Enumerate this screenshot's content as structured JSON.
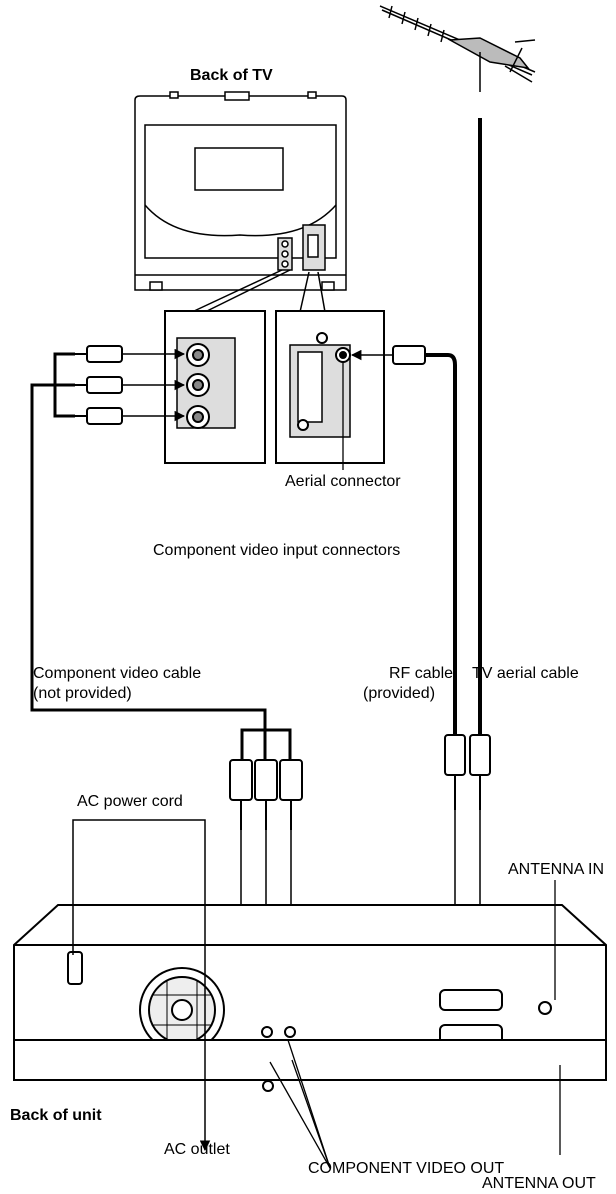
{
  "labels": {
    "back_of_tv": "Back of TV",
    "aerial_connector": "Aerial connector",
    "component_inputs": "Component video input connectors",
    "component_cable_line1": "Component video cable",
    "component_cable_line2": "(not provided)",
    "rf_cable_line1": "RF cable",
    "rf_cable_line2": "(provided)",
    "tv_aerial_cable": "TV aerial cable",
    "antenna_in": "ANTENNA IN",
    "ac_power_cord": "AC power cord",
    "back_of_unit": "Back of unit",
    "ac_outlet": "AC outlet",
    "component_video_out": "COMPONENT VIDEO OUT",
    "antenna_out": "ANTENNA OUT"
  }
}
